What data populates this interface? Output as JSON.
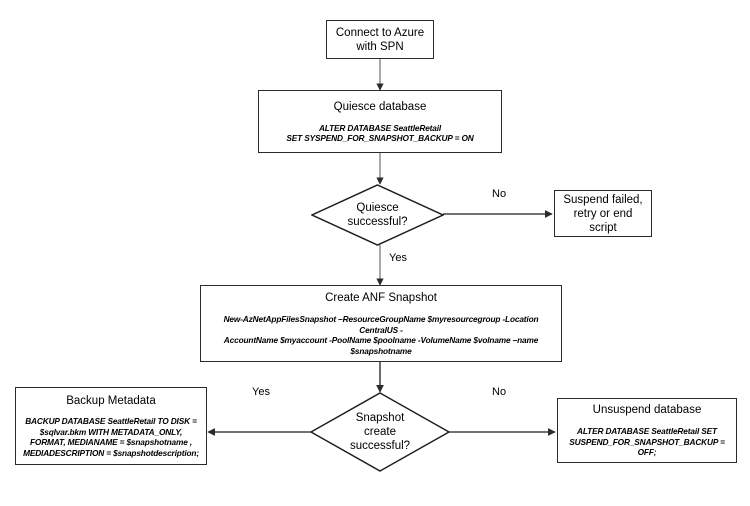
{
  "diagram": {
    "title": "Azure NetApp Files SQL Server snapshot backup flowchart",
    "background": "#ffffff",
    "stroke": "#2b2b2b",
    "text_color": "#000000"
  },
  "nodes": {
    "connect": {
      "shape": "process",
      "title": "Connect to Azure\nwith SPN",
      "code": ""
    },
    "quiesce": {
      "shape": "process",
      "title": "Quiesce database",
      "code": "ALTER DATABASE SeattleRetail\nSET SYSPEND_FOR_SNAPSHOT_BACKUP = ON"
    },
    "quiesce_decision": {
      "shape": "decision",
      "title": "Quiesce\nsuccessful?"
    },
    "suspend_failed": {
      "shape": "process",
      "title": "Suspend failed,\nretry or end\nscript",
      "code": ""
    },
    "create_snapshot": {
      "shape": "process",
      "title": "Create ANF Snapshot",
      "code": "New-AzNetAppFilesSnapshot –ResourceGroupName $myresourcegroup -Location CentralUS -\nAccountName $myaccount -PoolName $poolname -VolumeName $volname –name\n$snapshotname"
    },
    "snapshot_decision": {
      "shape": "decision",
      "title": "Snapshot\ncreate\nsuccessful?"
    },
    "backup_metadata": {
      "shape": "process",
      "title": "Backup Metadata",
      "code": "BACKUP DATABASE  SeattleRetail TO DISK =\n$sqlvar.bkm  WITH METADATA_ONLY,\nFORMAT, MEDIANAME = $snapshotname ,\nMEDIADESCRIPTION = $snapshotdescription;"
    },
    "unsuspend": {
      "shape": "process",
      "title": "Unsuspend database",
      "code": "ALTER DATABASE  SeattleRetail SET\nSUSPEND_FOR_SNAPSHOT_BACKUP = OFF;"
    }
  },
  "edge_labels": {
    "quiesce_no": "No",
    "quiesce_yes": "Yes",
    "snapshot_yes": "Yes",
    "snapshot_no": "No"
  }
}
